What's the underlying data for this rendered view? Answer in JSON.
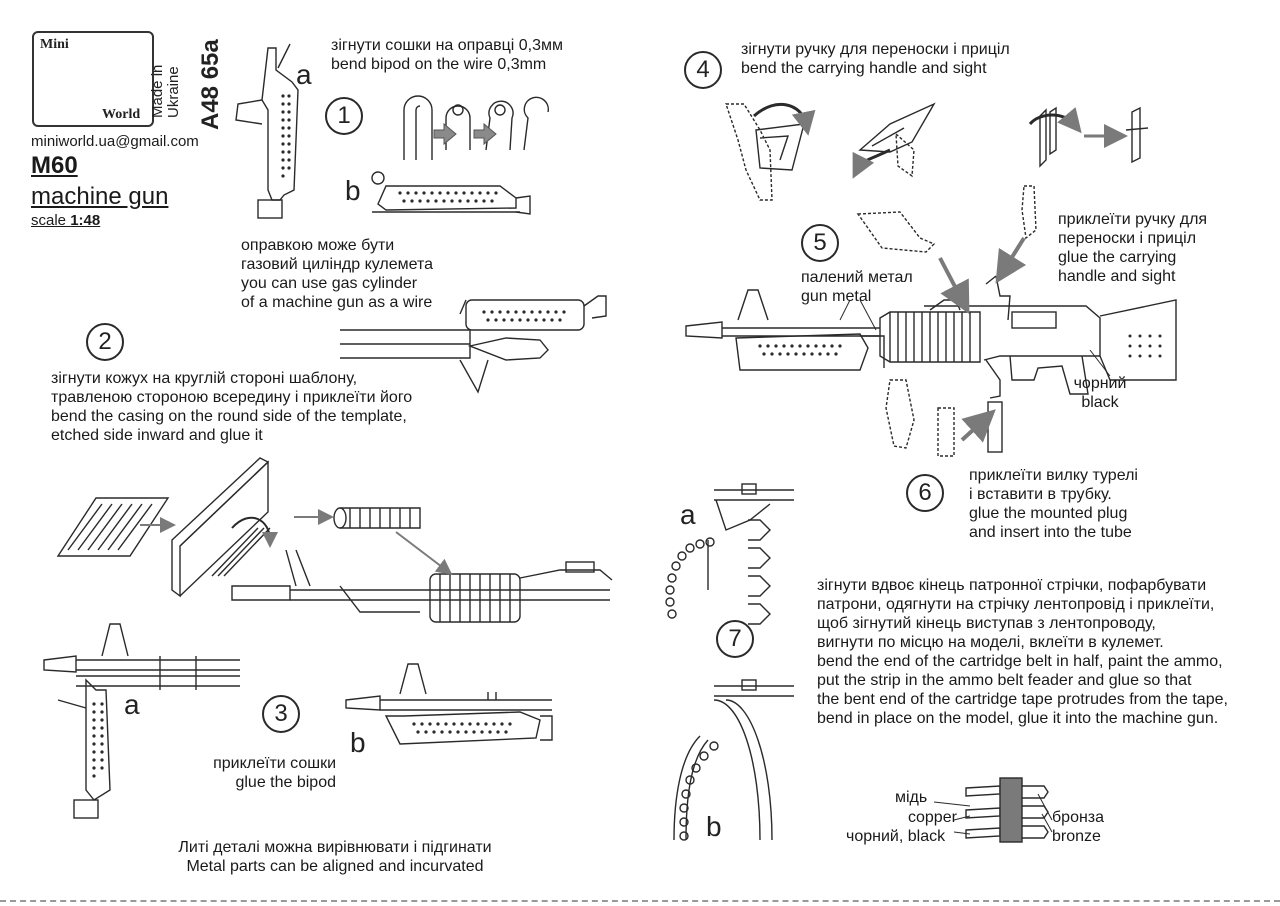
{
  "brand": {
    "logo_words": [
      "Mini",
      "World"
    ],
    "made_in": [
      "Made in",
      "Ukraine"
    ],
    "product_code": "A48 65a",
    "email": "miniworld.ua@gmail.com",
    "model": "M60",
    "subtitle": "machine gun",
    "scale_label": "scale",
    "scale_value": "1:48"
  },
  "steps": {
    "s1": {
      "number": "1",
      "lines": [
        "зігнути сошки на оправці 0,3мм",
        "bend bipod on the wire 0,3mm"
      ],
      "label_a": "a",
      "label_b": "b",
      "note": [
        "оправкою може бути",
        "газовий циліндр кулемета",
        "you can use gas cylinder",
        "of a machine gun as a wire"
      ]
    },
    "s2": {
      "number": "2",
      "lines": [
        "зігнути кожух на круглій стороні шаблону,",
        "травленою стороною всередину і приклеїти його",
        "bend the casing on the round side of the template,",
        "etched side inward and glue it"
      ]
    },
    "s3": {
      "number": "3",
      "label_a": "a",
      "label_b": "b",
      "lines": [
        "приклеїти сошки",
        "glue the bipod"
      ]
    },
    "s4": {
      "number": "4",
      "lines": [
        "зігнути ручку для переноски і приціл",
        "bend the carrying handle and sight"
      ]
    },
    "s5": {
      "number": "5",
      "gun_metal": [
        "палений метал",
        "gun metal"
      ],
      "glue_handle": [
        "приклеїти ручку для",
        "переноски і приціл",
        "glue the carrying",
        "handle and sight"
      ],
      "black": [
        "чорний",
        "black"
      ]
    },
    "s6": {
      "number": "6",
      "lines": [
        "приклеїти вилку турелі",
        "і вставити в трубку.",
        "glue the mounted plug",
        "and insert into the tube"
      ]
    },
    "s7": {
      "number": "7",
      "label_a": "a",
      "label_b": "b",
      "lines": [
        "зігнути вдвоє кінець патронної стрічки, пофарбувати",
        "патрони, одягнути на стрічку лентопровід і приклеїти,",
        "щоб зігнутий кінець виступав з лентопроводу,",
        "вигнути по місцю на моделі, вклеїти в кулемет.",
        "bend the end of the cartridge belt in half, paint the ammo,",
        "put the strip in the ammo belt feader and glue so that",
        "the bent end of the cartridge tape protrudes from the tape,",
        "bend in place on the model, glue it into the machine gun."
      ],
      "colors": {
        "copper_ua": "мідь",
        "copper_en": "copper",
        "black": "чорний, black",
        "bronze_ua": "бронза",
        "bronze_en": "bronze"
      }
    }
  },
  "footer_note": [
    "Литі деталі можна вирівнювати і підгинати",
    "Metal parts can be aligned and incurvated"
  ],
  "colors": {
    "ink": "#2a2a2a",
    "arrow": "#7a7a7a",
    "paper": "#ffffff"
  }
}
